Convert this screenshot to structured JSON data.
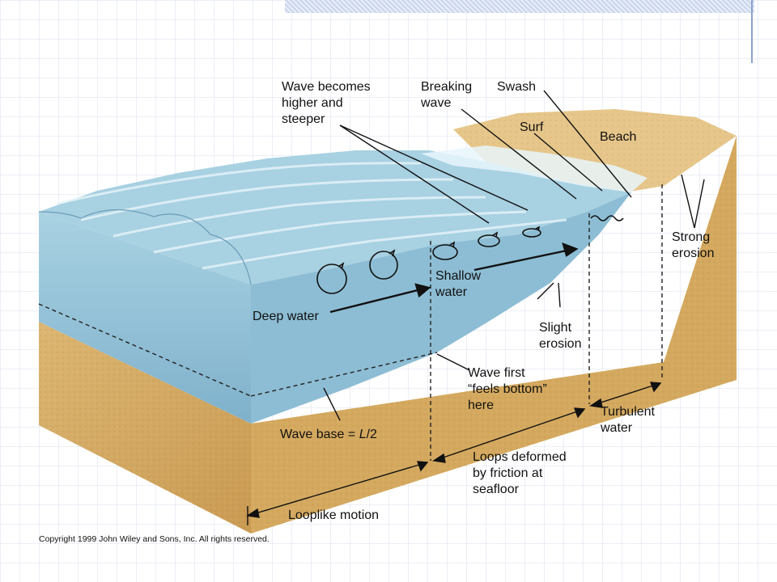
{
  "labels": {
    "wave_higher": [
      "Wave becomes",
      "higher and",
      "steeper"
    ],
    "breaking": [
      "Breaking",
      "wave"
    ],
    "swash": "Swash",
    "surf": "Surf",
    "beach": "Beach",
    "strong_erosion": [
      "Strong",
      "erosion"
    ],
    "shallow_water": [
      "Shallow",
      "water"
    ],
    "deep_water": "Deep water",
    "slight_erosion": [
      "Slight",
      "erosion"
    ],
    "feels_bottom": [
      "Wave first",
      "“feels bottom”",
      "here"
    ],
    "turbulent": [
      "Turbulent",
      "water"
    ],
    "wave_base_prefix": "Wave base = ",
    "wave_base_var": "L",
    "wave_base_suffix": "/2",
    "loops_deformed": [
      "Loops deformed",
      "by friction at",
      "seafloor"
    ],
    "looplike": "Looplike motion"
  },
  "copyright": "Copyright 1999 John Wiley and Sons, Inc. All rights reserved.",
  "colors": {
    "water": "#8fbfd6",
    "water_light": "#bfe0ec",
    "sand": "#d9b06a",
    "sand_dark": "#c8994f",
    "sand_top": "#e8c88c"
  }
}
